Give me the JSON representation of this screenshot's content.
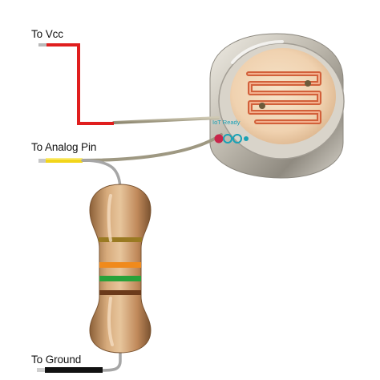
{
  "labels": {
    "vcc": "To Vcc",
    "analog": "To Analog Pin",
    "ground": "To Ground"
  },
  "logo": {
    "text": "IoT Ready"
  },
  "colors": {
    "vcc_wire": "#e01e1e",
    "analog_wire": "#f2d51a",
    "ground_wire": "#111111",
    "lead_wire": "#a9a28c",
    "resistor_body": "#c99868",
    "ldr_track": "#d2603a",
    "logo_accent": "#1aa1b5"
  },
  "resistor": {
    "bands": [
      "#9a7a22",
      "#f08a1c",
      "#28a23a",
      "#6b3a1a"
    ]
  }
}
